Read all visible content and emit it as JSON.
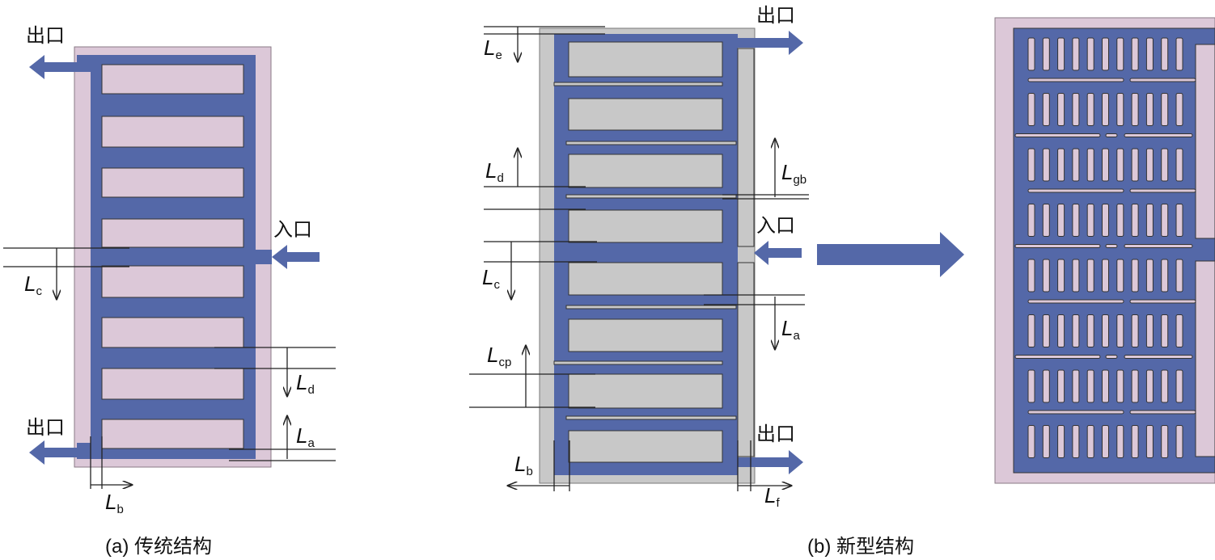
{
  "colors": {
    "channel": "#5468a8",
    "plate_a": "#dcc8d8",
    "plate_b": "#c8c8c8",
    "line": "#222222"
  },
  "panel_a": {
    "outlet_top": "出口",
    "outlet_bottom": "出口",
    "inlet": "入口",
    "dims": [
      {
        "main": "L",
        "sub": "c"
      },
      {
        "main": "L",
        "sub": "d"
      },
      {
        "main": "L",
        "sub": "a"
      },
      {
        "main": "L",
        "sub": "b"
      }
    ],
    "caption": "(a) 传统结构"
  },
  "panel_b": {
    "outlet_top": "出口",
    "outlet_bottom": "出口",
    "inlet": "入口",
    "dims": [
      {
        "main": "L",
        "sub": "e"
      },
      {
        "main": "L",
        "sub": "d"
      },
      {
        "main": "L",
        "sub": "gb"
      },
      {
        "main": "L",
        "sub": "c"
      },
      {
        "main": "L",
        "sub": "a"
      },
      {
        "main": "L",
        "sub": "cp"
      },
      {
        "main": "L",
        "sub": "b"
      },
      {
        "main": "L",
        "sub": "f"
      }
    ],
    "caption": "(b) 新型结构"
  }
}
